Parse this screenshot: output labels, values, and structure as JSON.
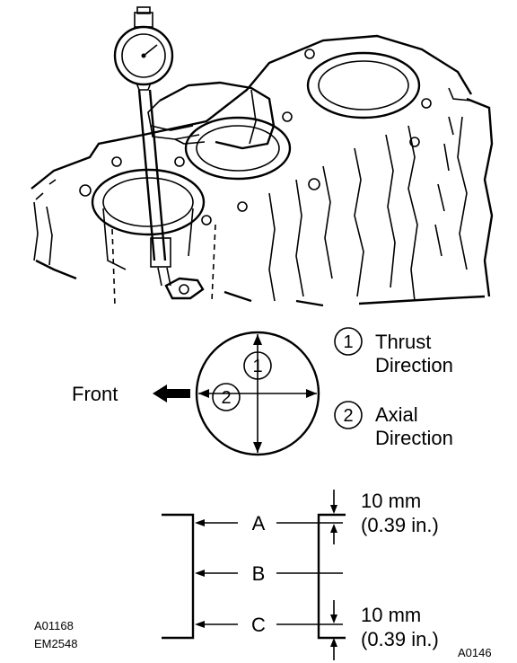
{
  "legend": {
    "item1": {
      "number": "1",
      "line1": "Thrust",
      "line2": "Direction"
    },
    "item2": {
      "number": "2",
      "line1": "Axial",
      "line2": "Direction"
    }
  },
  "front_label": "Front",
  "circle_labels": {
    "thrust": "1",
    "axial": "2"
  },
  "positions": {
    "a": "A",
    "b": "B",
    "c": "C"
  },
  "top_offset": {
    "mm": "10 mm",
    "inch": "(0.39 in.)"
  },
  "bottom_offset": {
    "mm": "10 mm",
    "inch": "(0.39 in.)"
  },
  "codes": {
    "code1": "A01168",
    "code2": "EM2548",
    "code3": "A0146"
  },
  "illustration": {
    "icon": "engine-block-cylinder-bore-gauge-icon"
  }
}
